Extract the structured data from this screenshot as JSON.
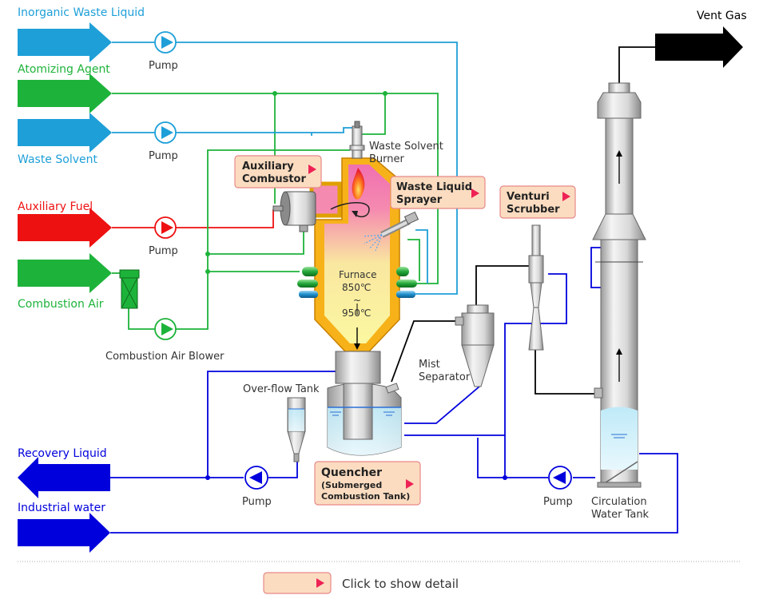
{
  "inputs": {
    "inorganic": "Inorganic Waste Liquid",
    "atomizing": "Atomizing Agent",
    "solvent": "Waste Solvent",
    "fuel": "Auxiliary Fuel",
    "air": "Combustion Air"
  },
  "outputs": {
    "vent": "Vent Gas",
    "recovery": "Recovery Liquid",
    "industrial": "Industrial water"
  },
  "labels": {
    "pump": "Pump",
    "blower": "Combustion Air Blower",
    "burner_line1": "Waste Solvent",
    "burner_line2": "Burner",
    "furnace": "Furnace",
    "temp_high": "850℃",
    "temp_tilde": "~",
    "temp_low": "950℃",
    "mist_line1": "Mist",
    "mist_line2": "Separator",
    "overflow": "Over-flow Tank",
    "circ_line1": "Circulation",
    "circ_line2": "Water Tank"
  },
  "buttons": {
    "aux_combustor_1": "Auxiliary",
    "aux_combustor_2": "Combustor",
    "sprayer_1": "Waste Liquid",
    "sprayer_2": "Sprayer",
    "venturi_1": "Venturi",
    "venturi_2": "Scrubber",
    "quencher_1": "Quencher",
    "quencher_2": "(Submerged",
    "quencher_3": "Combustion Tank)"
  },
  "legend": {
    "text": "Click to show detail"
  },
  "colors": {
    "inorganic": "#1e9fd8",
    "atomizing": "#1db33a",
    "solvent": "#1e9fd8",
    "fuel": "#ee1111",
    "air": "#1db33a",
    "water": "#0000dd",
    "vent": "#000000",
    "button_bg": "#fbdcc0",
    "button_border": "#e88888",
    "button_arrow": "#ee2255"
  }
}
